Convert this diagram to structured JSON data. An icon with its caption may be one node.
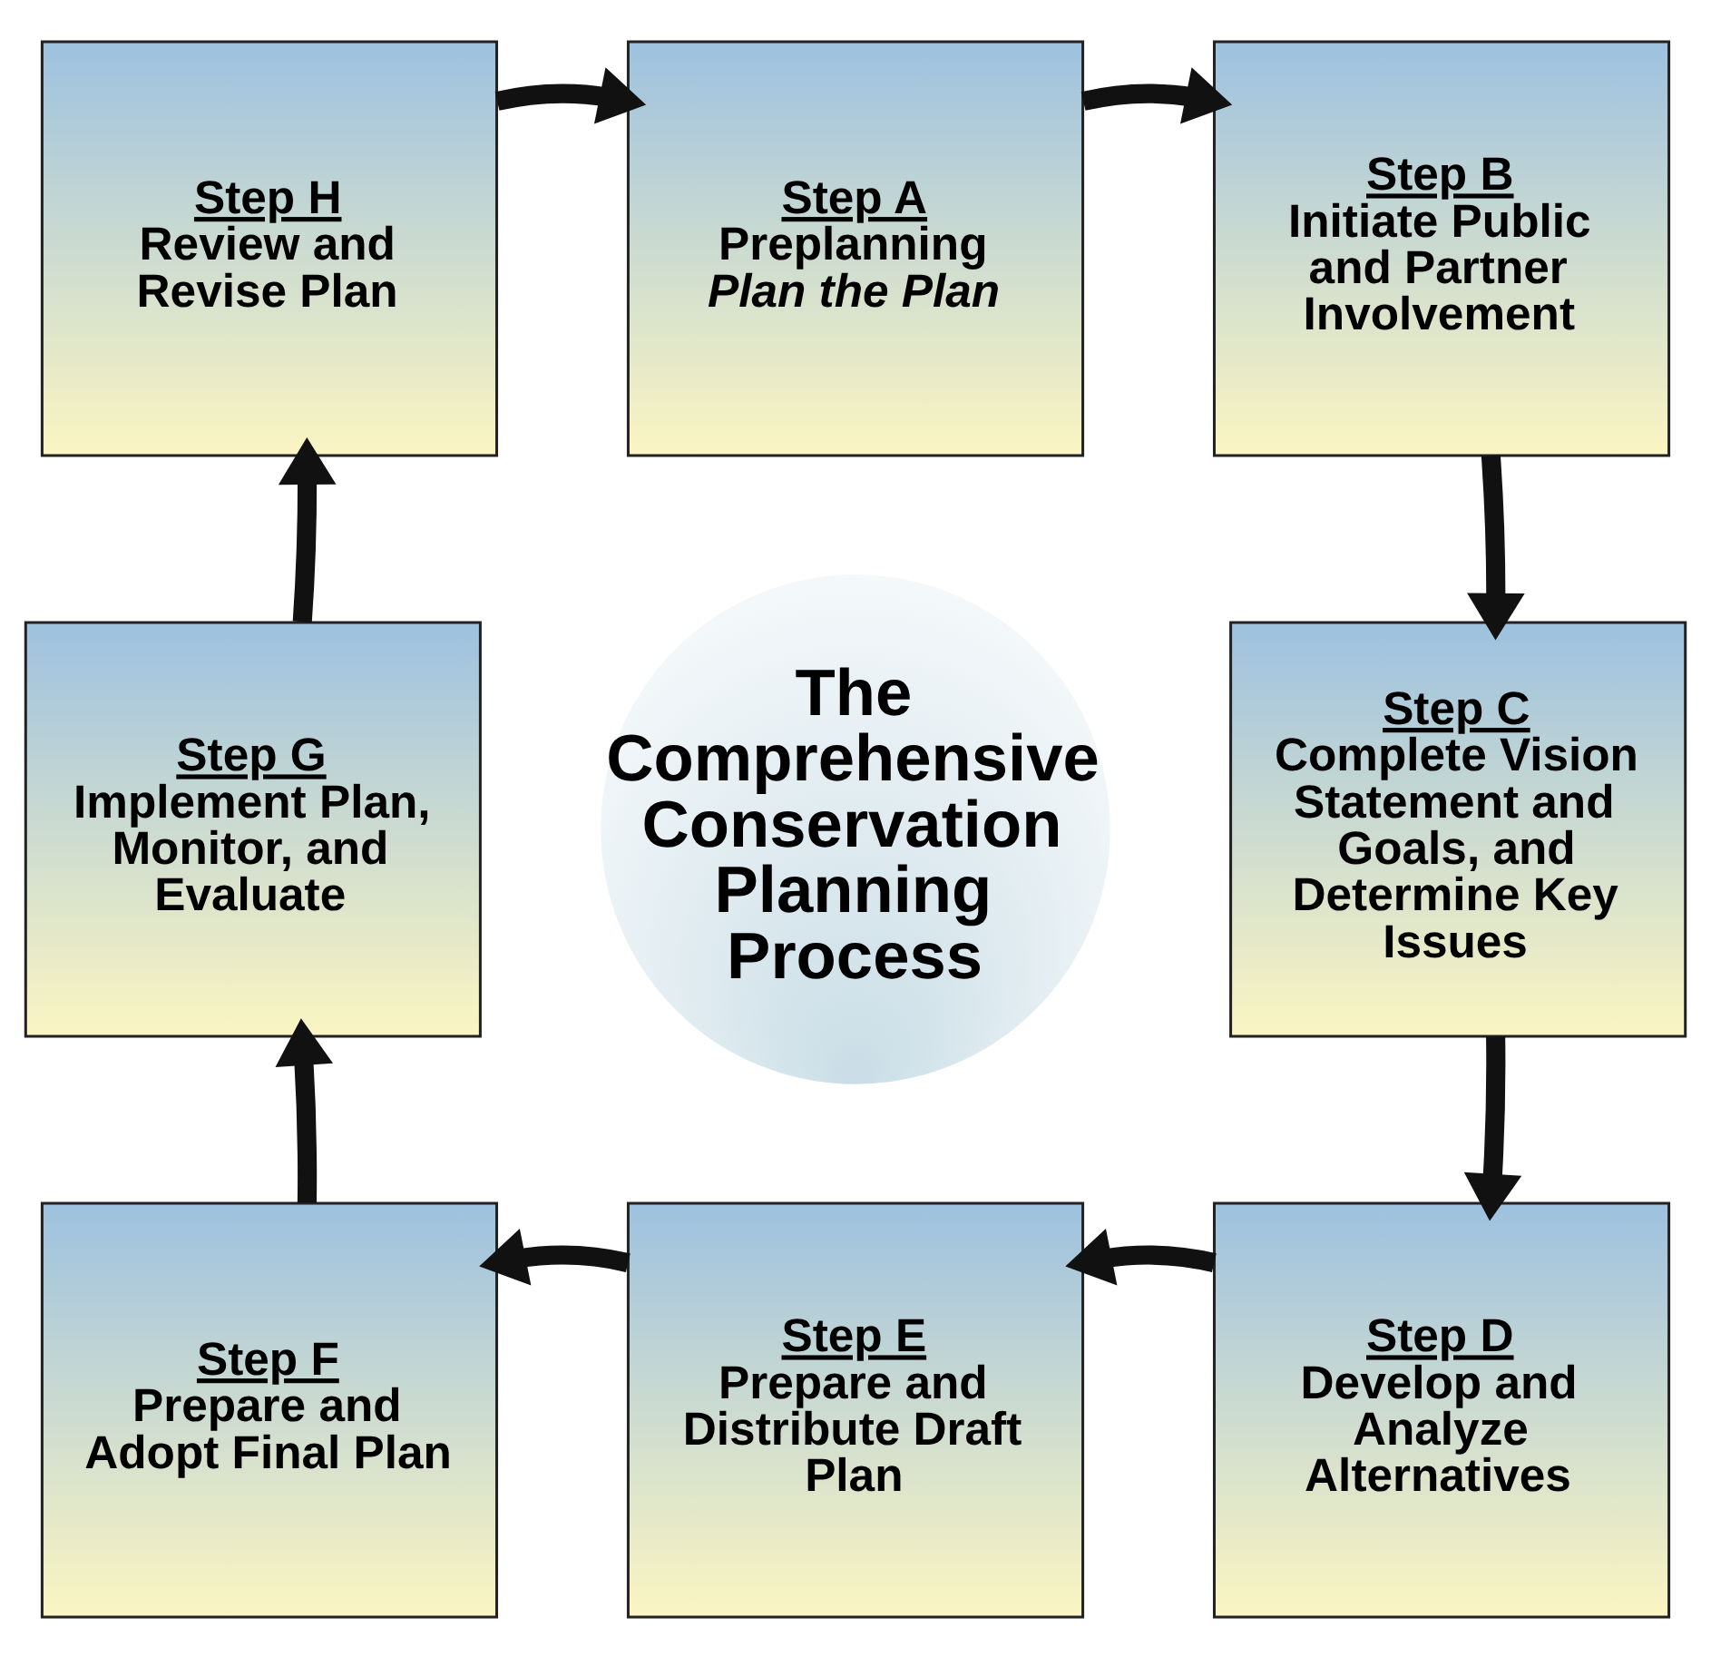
{
  "diagram": {
    "nodes": [
      {
        "text": [
          "Step H",
          "Review and Revise Plan"
        ]
      },
      {
        "text": [
          "Step A",
          "Preplanning",
          "Plan the Plan"
        ]
      },
      {
        "text": [
          "Step B",
          "Initiate Public and Partner Involvement"
        ]
      },
      {
        "text": [
          "Step G",
          "Implement Plan, Monitor, and Evaluate"
        ]
      },
      {
        "text": [
          "The Comprehensive Conservation Planning Process"
        ]
      },
      {
        "text": [
          "Step C",
          "Complete Vision Statement and Goals, and Determine Key Issues"
        ]
      },
      {
        "text": [
          "Step F",
          "Prepare and Adopt Final Plan"
        ]
      },
      {
        "text": [
          "Step E",
          "Prepare and Distribute Draft Plan"
        ]
      },
      {
        "text": [
          "Step D",
          "Develop and Analyze Alternatives"
        ]
      }
    ],
    "edges": [
      {
        "from": 0,
        "to": 1,
        "arrow": "to"
      },
      {
        "from": 1,
        "to": 2,
        "arrow": "to"
      },
      {
        "from": 2,
        "to": 5,
        "arrow": "to"
      },
      {
        "from": 5,
        "to": 8,
        "arrow": "to"
      },
      {
        "from": 8,
        "to": 7,
        "arrow": "to"
      },
      {
        "from": 7,
        "to": 6,
        "arrow": "to"
      },
      {
        "from": 6,
        "to": 3,
        "arrow": "to"
      },
      {
        "from": 3,
        "to": 0,
        "arrow": "to"
      }
    ]
  }
}
